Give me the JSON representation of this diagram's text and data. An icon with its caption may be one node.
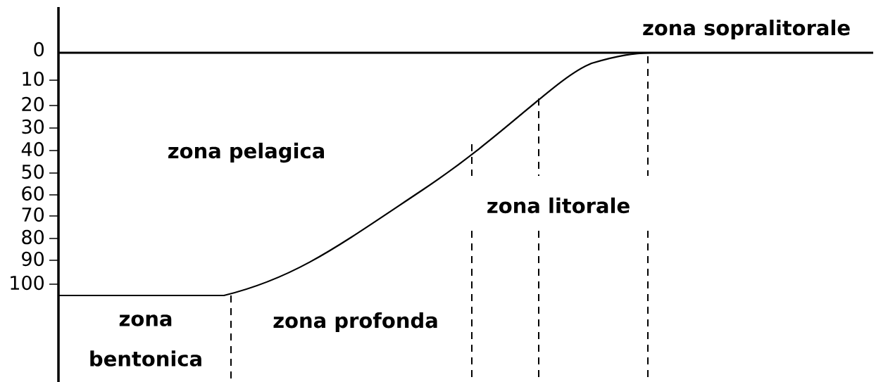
{
  "diagram": {
    "labels": [
      "zona sopralitorale",
      "0",
      "10",
      "20",
      "30",
      "40",
      "50",
      "60",
      "70",
      "80",
      "90",
      "100",
      "zona pelagica",
      "zona litorale",
      "zona bentonica",
      "zona profonda"
    ]
  }
}
